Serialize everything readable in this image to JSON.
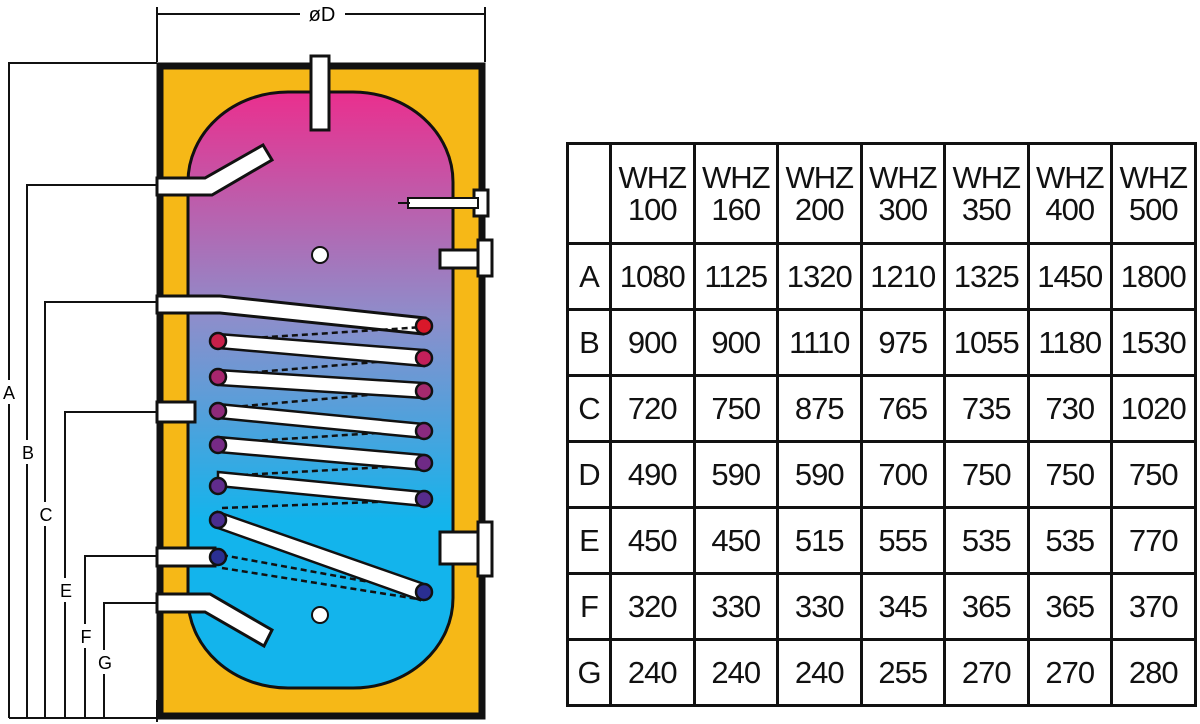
{
  "diagram": {
    "diameter_label": "øD",
    "dimension_labels": [
      "A",
      "B",
      "C",
      "E",
      "F",
      "G"
    ],
    "colors": {
      "jacket": "#f6b817",
      "outline": "#111111",
      "tank_top": "#ea2f8e",
      "tank_mid": "#8d8ecb",
      "tank_bottom": "#13b4ec",
      "coil_end_hot": "#d9182a",
      "coil_end_cold": "#2a2f92"
    }
  },
  "table": {
    "columns": [
      {
        "l1": "WHZ",
        "l2": "100"
      },
      {
        "l1": "WHZ",
        "l2": "160"
      },
      {
        "l1": "WHZ",
        "l2": "200"
      },
      {
        "l1": "WHZ",
        "l2": "300"
      },
      {
        "l1": "WHZ",
        "l2": "350"
      },
      {
        "l1": "WHZ",
        "l2": "400"
      },
      {
        "l1": "WHZ",
        "l2": "500"
      }
    ],
    "rows": [
      {
        "label": "A",
        "values": [
          "1080",
          "1125",
          "1320",
          "1210",
          "1325",
          "1450",
          "1800"
        ]
      },
      {
        "label": "B",
        "values": [
          "900",
          "900",
          "1110",
          "975",
          "1055",
          "1180",
          "1530"
        ]
      },
      {
        "label": "C",
        "values": [
          "720",
          "750",
          "875",
          "765",
          "735",
          "730",
          "1020"
        ]
      },
      {
        "label": "D",
        "values": [
          "490",
          "590",
          "590",
          "700",
          "750",
          "750",
          "750"
        ]
      },
      {
        "label": "E",
        "values": [
          "450",
          "450",
          "515",
          "555",
          "535",
          "535",
          "770"
        ]
      },
      {
        "label": "F",
        "values": [
          "320",
          "330",
          "330",
          "345",
          "365",
          "365",
          "370"
        ]
      },
      {
        "label": "G",
        "values": [
          "240",
          "240",
          "240",
          "255",
          "270",
          "270",
          "280"
        ]
      }
    ]
  }
}
